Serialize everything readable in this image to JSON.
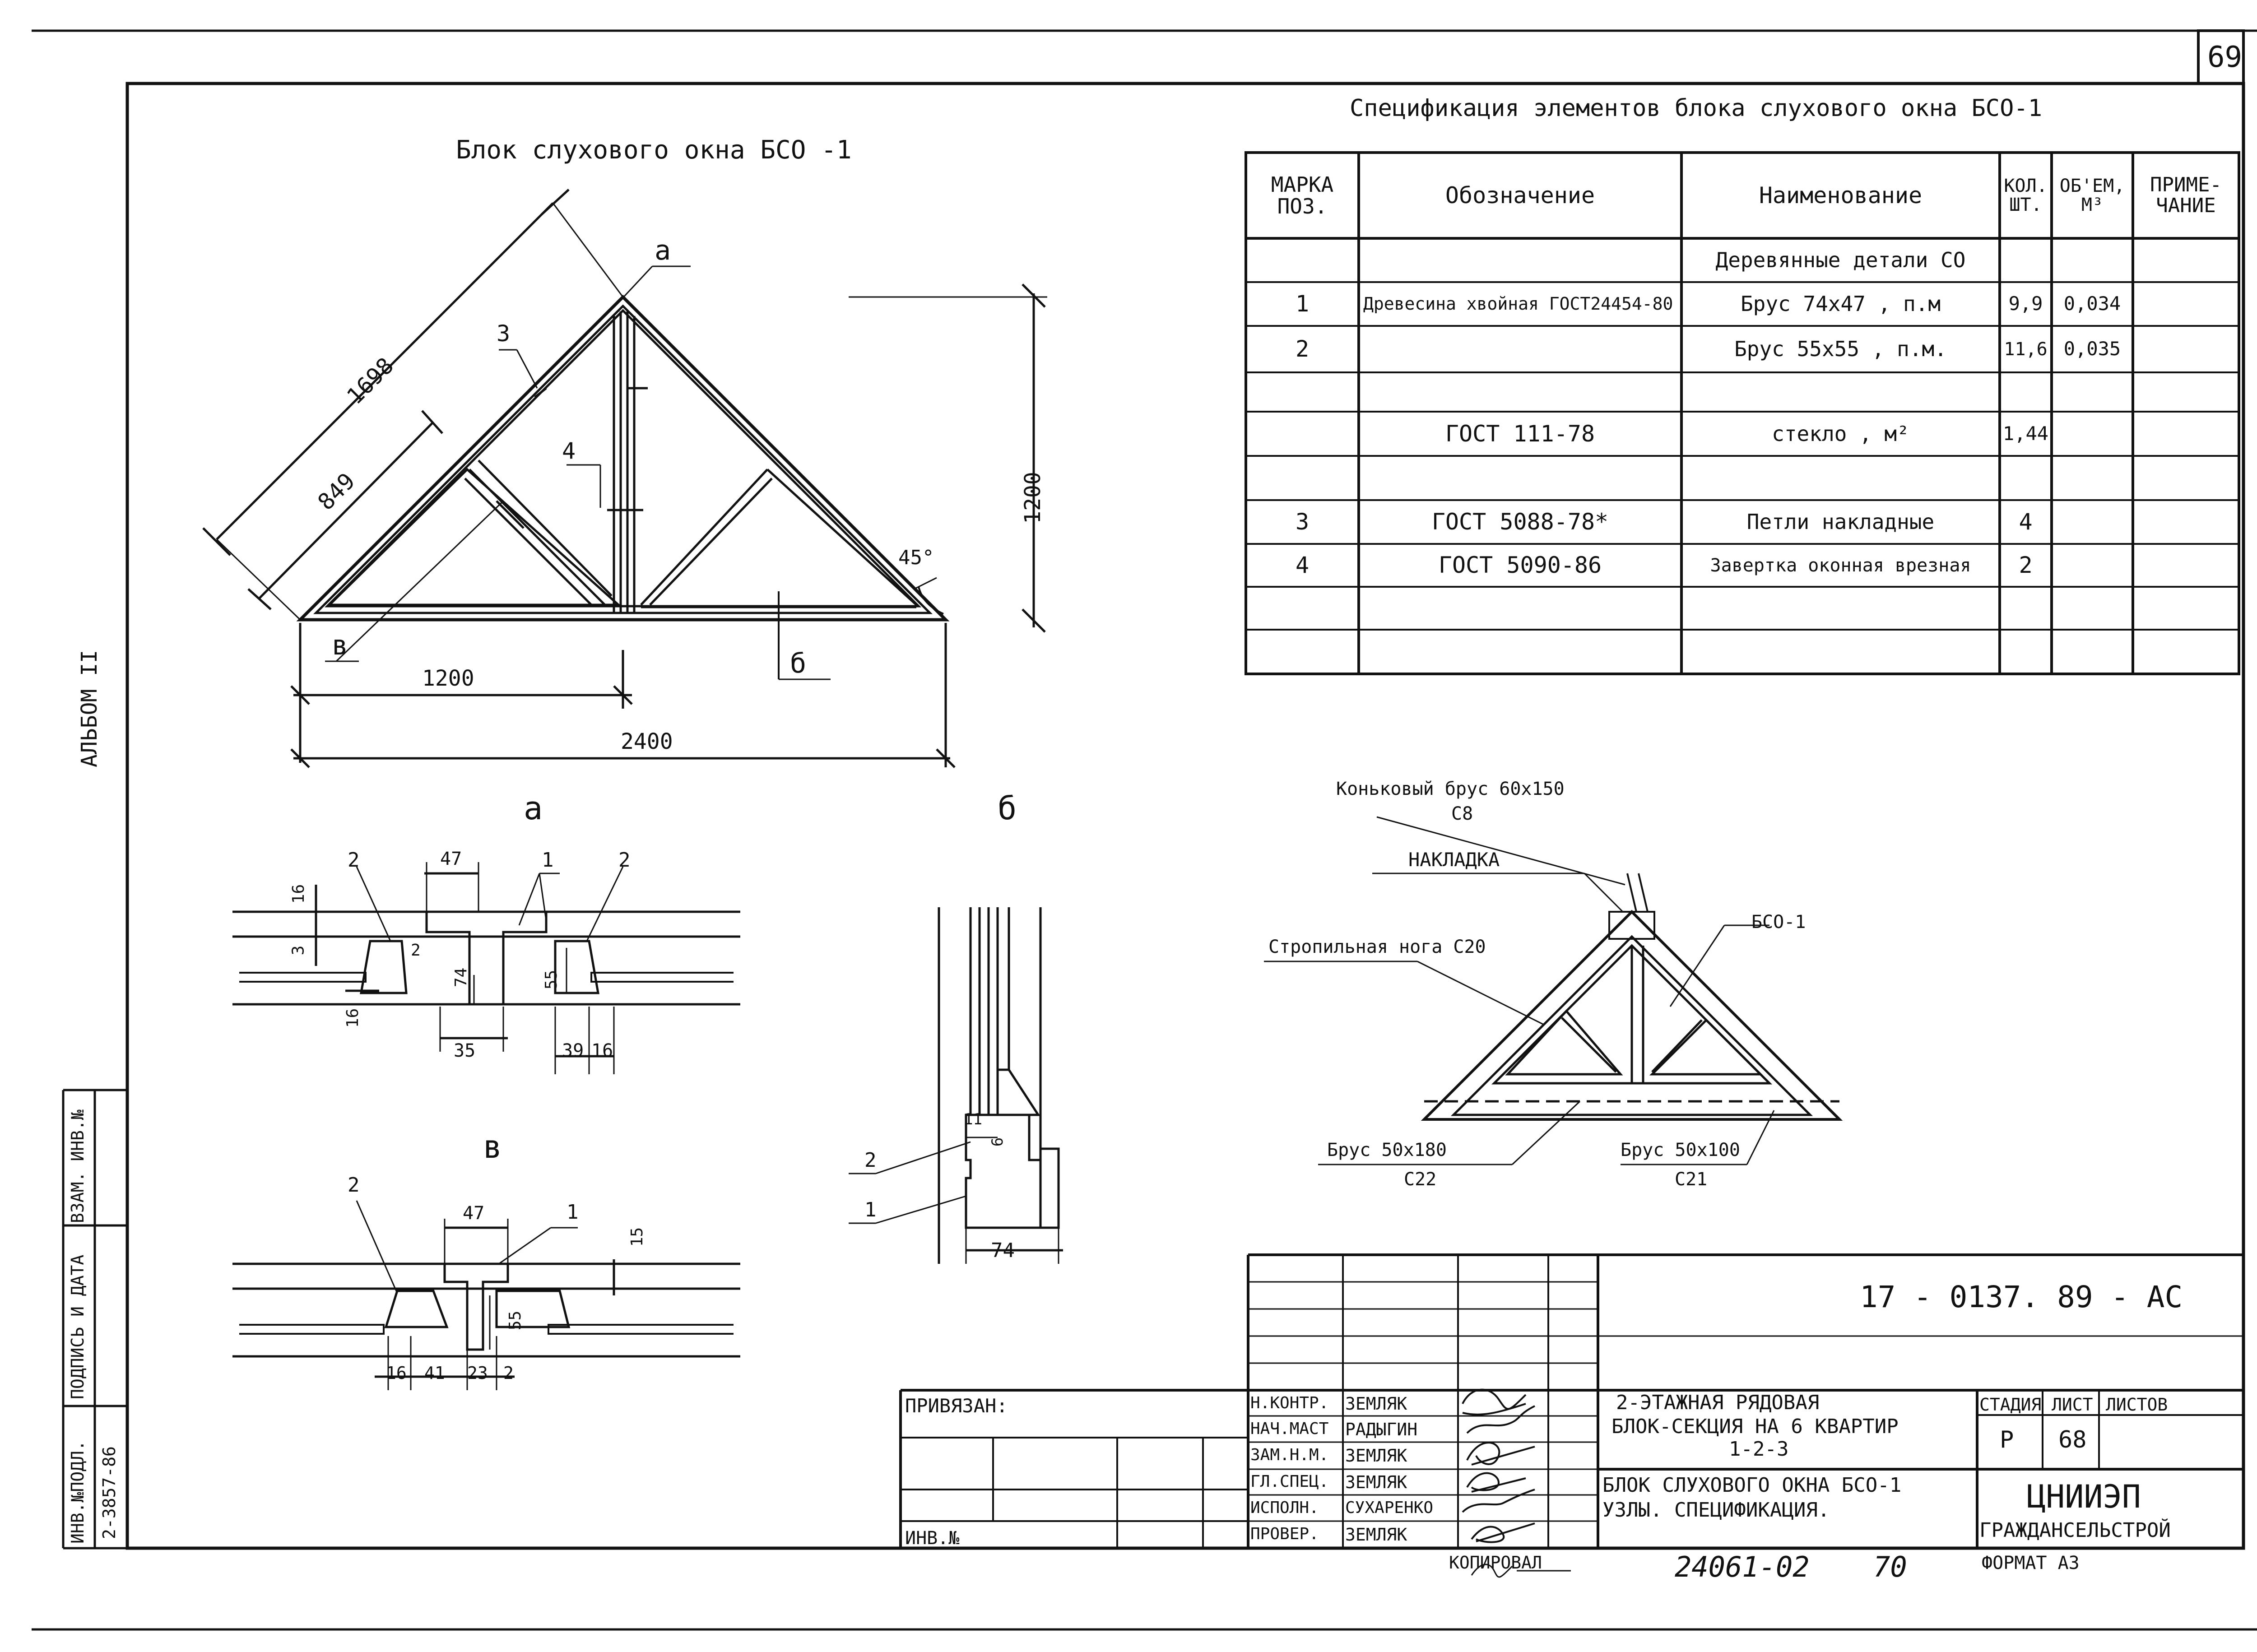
{
  "sheet_number": "69",
  "album_label": "АЛЬБОМ II",
  "main_title": "Блок слухового окна  БСО -1",
  "dims_main": {
    "d1698": "1698",
    "d849": "849",
    "d1200v": "1200",
    "d1200h": "1200",
    "d2400": "2400",
    "angle": "45°"
  },
  "callouts_main": {
    "c3": "3",
    "c4": "4",
    "ca": "а",
    "cb": "б",
    "cv": "в"
  },
  "spec": {
    "title": "Спецификация элементов блока  слухового  окна  БСО-1",
    "headers": [
      "МАРКА ПОЗ.",
      "Обозначение",
      "Наименование",
      "КОЛ. ШТ.",
      "ОБ'ЕМ, М³",
      "ПРИМЕ-ЧАНИЕ"
    ],
    "section": "Деревянные детали СО",
    "rows": [
      {
        "pos": "1",
        "code": "Древесина хвойная ГОСТ24454-80",
        "name": "Брус 74х47       , п.м",
        "qty": "9,9",
        "vol": "0,034",
        "note": ""
      },
      {
        "pos": "2",
        "code": "",
        "name": "Брус 55х55      , п.м.",
        "qty": "11,6",
        "vol": "0,035",
        "note": ""
      },
      {
        "pos": "",
        "code": "",
        "name": "",
        "qty": "",
        "vol": "",
        "note": ""
      },
      {
        "pos": "",
        "code": "ГОСТ 111-78",
        "name": "стекло          , м²",
        "qty": "1,44",
        "vol": "",
        "note": ""
      },
      {
        "pos": "",
        "code": "",
        "name": "",
        "qty": "",
        "vol": "",
        "note": ""
      },
      {
        "pos": "3",
        "code": "ГОСТ 5088-78*",
        "name": "Петли накладные",
        "qty": "4",
        "vol": "",
        "note": ""
      },
      {
        "pos": "4",
        "code": "ГОСТ 5090-86",
        "name": "Завертка оконная врезная",
        "qty": "2",
        "vol": "",
        "note": ""
      },
      {
        "pos": "",
        "code": "",
        "name": "",
        "qty": "",
        "vol": "",
        "note": ""
      },
      {
        "pos": "",
        "code": "",
        "name": "",
        "qty": "",
        "vol": "",
        "note": ""
      }
    ]
  },
  "detail_a": {
    "label": "а",
    "dims": [
      "16",
      "3",
      "47",
      "2",
      "74",
      "55",
      "2",
      "1",
      "2",
      "16",
      "35",
      "39",
      "16"
    ]
  },
  "detail_b": {
    "label": "б",
    "dims": [
      "11",
      "6",
      "74",
      "2",
      "1"
    ]
  },
  "detail_v": {
    "label": "в",
    "dims": [
      "47",
      "1",
      "2",
      "15",
      "55",
      "16",
      "41",
      "23",
      "2"
    ]
  },
  "roof": {
    "ridge_label": "Коньковый брус 60х150",
    "ridge_code": "С8",
    "nakladka": "НАКЛАДКА",
    "rafter": "Стропильная нога С20",
    "bso": "БСО-1",
    "beam1": "Брус 50х180",
    "beam1_code": "С22",
    "beam2": "Брус 50х100",
    "beam2_code": "С21"
  },
  "title_block": {
    "doc_code": "17 - 0137. 89   - АС",
    "privyazan": "ПРИВЯЗАН:",
    "inv_no": "ИНВ.№",
    "roles": [
      {
        "role": "Н.КОНТР.",
        "name": "ЗЕМЛЯК"
      },
      {
        "role": "НАЧ.МАСТ",
        "name": "РАДЫГИН"
      },
      {
        "role": "ЗАМ.Н.М.",
        "name": "ЗЕМЛЯК"
      },
      {
        "role": "ГЛ.СПЕЦ.",
        "name": "ЗЕМЛЯК"
      },
      {
        "role": "ИСПОЛН.",
        "name": "СУХАРЕНКО"
      },
      {
        "role": "ПРОВЕР.",
        "name": "ЗЕМЛЯК"
      }
    ],
    "project_l1": "2-ЭТАЖНАЯ  РЯДОВАЯ",
    "project_l2": "БЛОК-СЕКЦИЯ  НА 6 КВАРТИР",
    "project_l3": "1-2-3",
    "sheet_l1": "БЛОК СЛУХОВОГО ОКНА БСО-1",
    "sheet_l2": "УЗЛЫ.  СПЕЦИФИКАЦИЯ.",
    "stadia_h": "СТАДИЯ",
    "list_h": "ЛИСТ",
    "listov_h": "ЛИСТОВ",
    "stadia": "Р",
    "list": "68",
    "listov": "",
    "org1": "ЦНИИЭП",
    "org2": "ГРАЖДАНСЕЛЬСТРОЙ"
  },
  "side_stamp": {
    "inv_podl": "ИНВ.№ПОДЛ.",
    "podp": "ПОДПИСЬ И ДАТА",
    "vzam": "ВЗАМ. ИНВ.№",
    "inv_val": "2-3857-86"
  },
  "footer": {
    "kopiroval": "КОПИРОВАЛ",
    "copy_no": "24061-02",
    "page": "70",
    "format": "ФОРМАТ А3"
  }
}
